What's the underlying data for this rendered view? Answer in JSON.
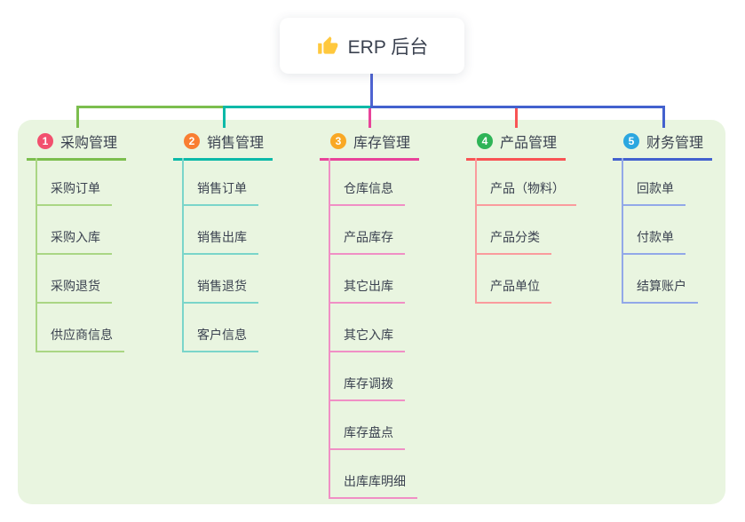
{
  "root": {
    "title": "ERP 后台",
    "icon": "thumbs-up-icon",
    "card_bg": "#ffffff",
    "connector_color": "#4f64d2"
  },
  "panel": {
    "bg_color": "#e9f5e0"
  },
  "text_color": "#3b4250",
  "branches": [
    {
      "index": "1",
      "title": "采购管理",
      "badge_color": "#f2506e",
      "line_color": "#7cbe4e",
      "child_line_color": "#aad684",
      "children": [
        "采购订单",
        "采购入库",
        "采购退货",
        "供应商信息"
      ]
    },
    {
      "index": "2",
      "title": "销售管理",
      "badge_color": "#f97e32",
      "line_color": "#0cb9a8",
      "child_line_color": "#7ad5ca",
      "children": [
        "销售订单",
        "销售出库",
        "销售退货",
        "客户信息"
      ]
    },
    {
      "index": "3",
      "title": "库存管理",
      "badge_color": "#f9a825",
      "line_color": "#e8439a",
      "child_line_color": "#f08fc5",
      "children": [
        "仓库信息",
        "产品库存",
        "其它出库",
        "其它入库",
        "库存调拨",
        "库存盘点",
        "出库库明细"
      ]
    },
    {
      "index": "4",
      "title": "产品管理",
      "badge_color": "#2fb457",
      "line_color": "#f85455",
      "child_line_color": "#fa9b9d",
      "children": [
        "产品（物料）",
        "产品分类",
        "产品单位"
      ]
    },
    {
      "index": "5",
      "title": "财务管理",
      "badge_color": "#2ba7e0",
      "line_color": "#4361ce",
      "child_line_color": "#92a8e8",
      "children": [
        "回款单",
        "付款单",
        "结算账户"
      ]
    }
  ]
}
